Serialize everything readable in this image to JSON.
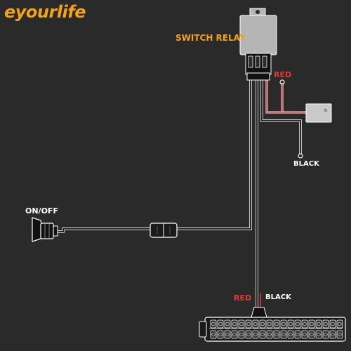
{
  "brand": {
    "logo_text": "eyourlife"
  },
  "labels": {
    "switch_relay": "SWITCH RELAY",
    "red_top": "RED",
    "black_ground": "BLACK",
    "on_off": "ON/OFF",
    "red_bottom": "RED",
    "black_bottom": "BLACK"
  },
  "colors": {
    "background": "#2a2a2a",
    "accent_orange": "#f3a21c",
    "wire_red": "#e53935",
    "wire_black": "#111111",
    "relay_gray": "#b5b5b5",
    "fuse_gray": "#c9c9c9"
  },
  "icons": {
    "relay": "relay-icon",
    "fuse": "fuse-holder-icon",
    "switch": "rocker-switch-icon",
    "connector": "inline-connector-icon",
    "light_bar": "led-light-bar-icon",
    "ground": "ground-ring-terminal-icon"
  }
}
